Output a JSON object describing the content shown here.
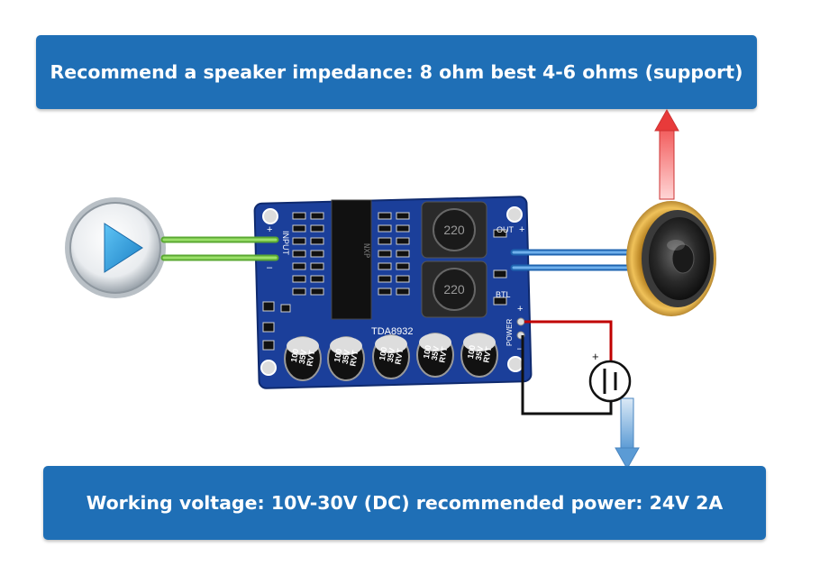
{
  "banners": {
    "top": "Recommend a speaker impedance: 8 ohm best 4-6 ohms (support)",
    "bottom": "Working voltage: 10V-30V (DC) recommended power: 24V 2A"
  },
  "board": {
    "chip_label": "TDA8932",
    "input_label": "INPUT",
    "out_label": "OUT",
    "btl_label": "BTL",
    "power_label": "POWER",
    "inductor_label": "220",
    "capacitor_lines": [
      "100",
      "35V",
      "RVT"
    ]
  },
  "symbols": {
    "plus": "+",
    "minus": "–"
  },
  "colors": {
    "banner": "#1f6fb6",
    "pcb": "#1b3f9a",
    "input_wires": "#7ac943",
    "output_wires": "#2f7fd0",
    "power_positive": "#c00000",
    "power_negative": "#111111",
    "arrow_up": "#e83a3a",
    "arrow_down": "#5b9bd5"
  },
  "icons": [
    "play-button-icon",
    "speaker-icon",
    "battery-icon"
  ]
}
